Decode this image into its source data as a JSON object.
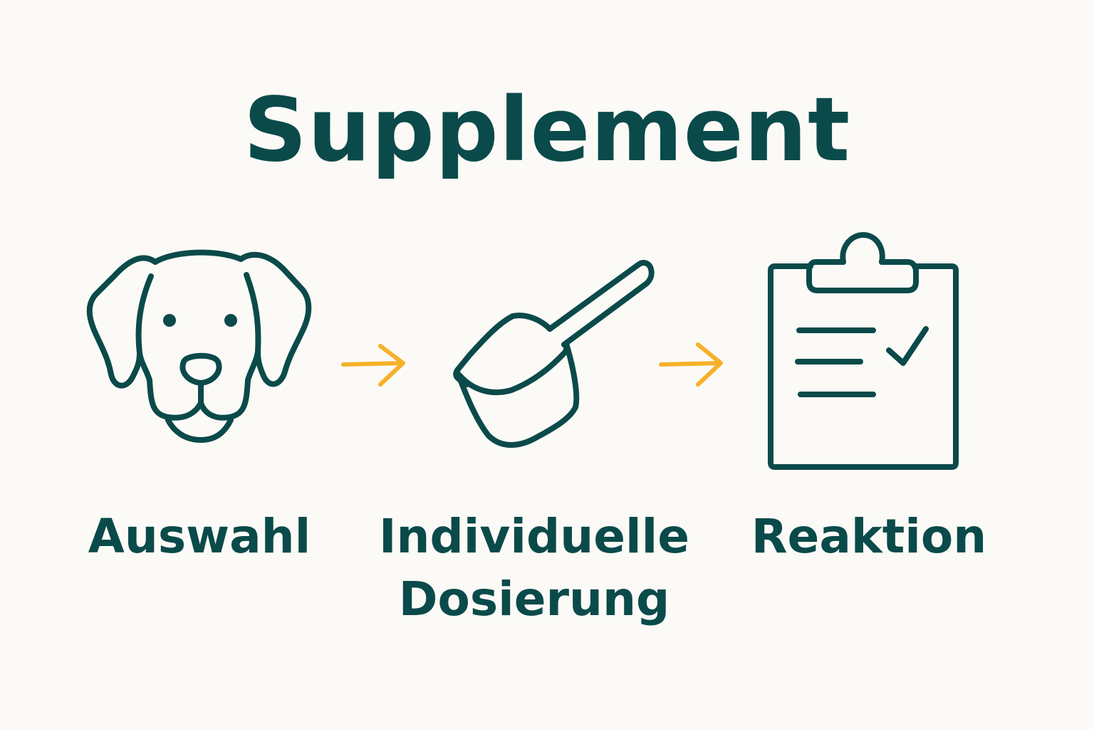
{
  "title": "Supplement",
  "steps": [
    {
      "label": "Auswahl",
      "icon": "dog-face-icon"
    },
    {
      "label_line1": "Individuelle",
      "label_line2": "Dosierung",
      "icon": "scoop-icon"
    },
    {
      "label": "Reaktion",
      "icon": "clipboard-check-icon"
    }
  ],
  "arrows": [
    "arrow-right-icon",
    "arrow-right-icon"
  ],
  "colors": {
    "background": "#fcfaf7",
    "primary": "#0b4a4a",
    "accent": "#f6b12a"
  }
}
